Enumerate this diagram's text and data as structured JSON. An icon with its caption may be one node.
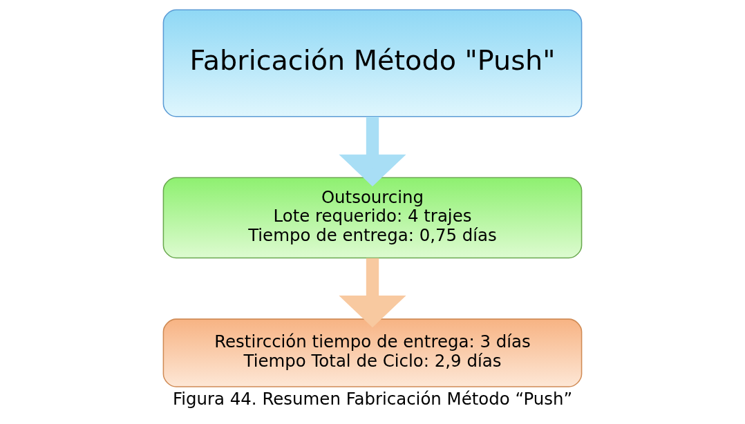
{
  "diagram": {
    "caption": "Figura 44. Resumen Fabricación Método “Push”",
    "nodes": [
      {
        "text": [
          "Fabricación Método \"Push\""
        ]
      },
      {
        "text": [
          "Outsourcing",
          "Lote requerido: 4 trajes",
          "Tiempo de entrega: 0,75 días"
        ]
      },
      {
        "text": [
          "Restircción tiempo de entrega: 3 días",
          "Tiempo Total de Ciclo: 2,9 días"
        ]
      }
    ],
    "edges": [
      {
        "from": 0,
        "to": 1,
        "arrow": "to",
        "color": "#a8def5"
      },
      {
        "from": 1,
        "to": 2,
        "arrow": "to",
        "color": "#f8c9a0"
      }
    ]
  }
}
